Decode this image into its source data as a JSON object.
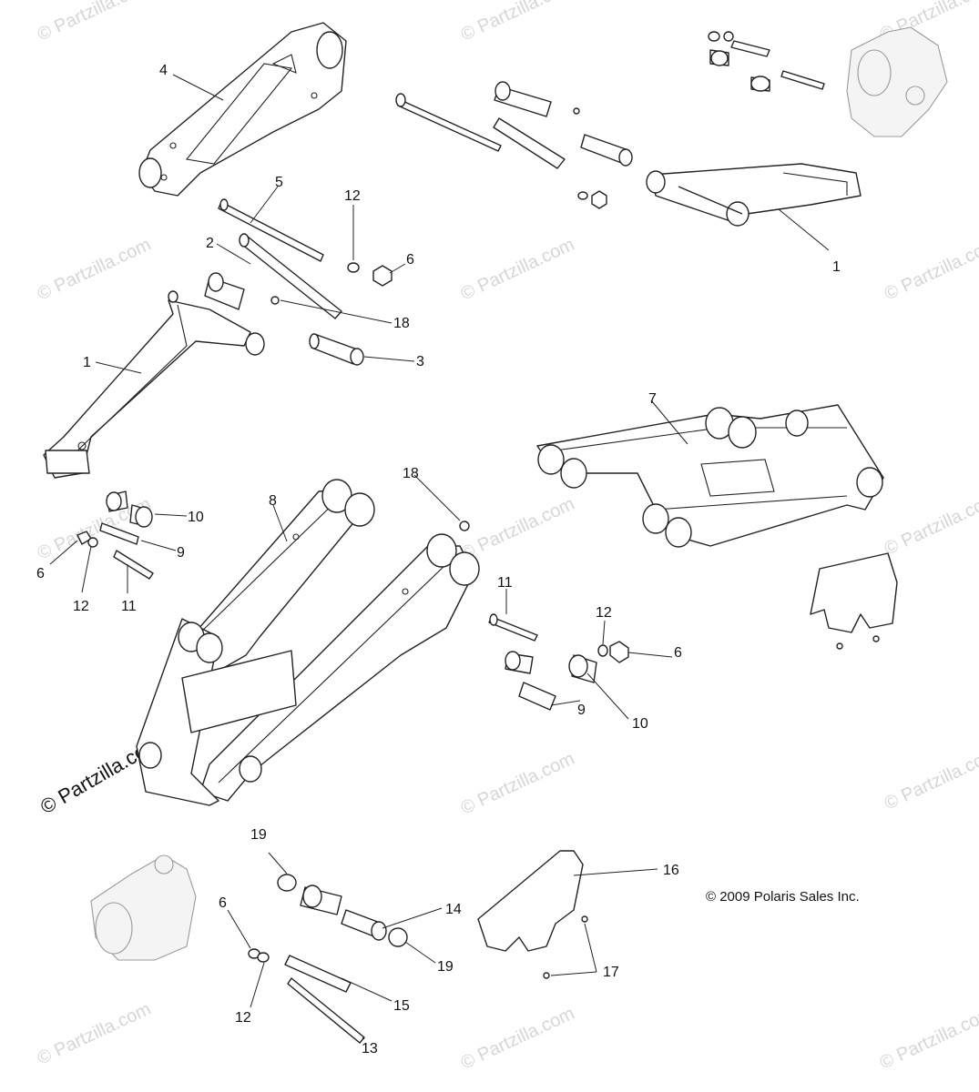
{
  "watermark": {
    "text": "© Partzilla.com",
    "prominent_text": "© Partzilla.com"
  },
  "copyright": "© 2009 Polaris Sales Inc.",
  "callouts": {
    "c1a": "1",
    "c1b": "1",
    "c2": "2",
    "c3": "3",
    "c4": "4",
    "c5": "5",
    "c6a": "6",
    "c6b": "6",
    "c6c": "6",
    "c6d": "6",
    "c7": "7",
    "c8": "8",
    "c9a": "9",
    "c9b": "9",
    "c10a": "10",
    "c10b": "10",
    "c11a": "11",
    "c11b": "11",
    "c12a": "12",
    "c12b": "12",
    "c12c": "12",
    "c12d": "12",
    "c13": "13",
    "c14": "14",
    "c15": "15",
    "c16": "16",
    "c17": "17",
    "c18a": "18",
    "c18b": "18",
    "c19a": "19",
    "c19b": "19"
  },
  "colors": {
    "line": "#222222",
    "watermark": "#d6d6d6",
    "background": "#ffffff"
  }
}
